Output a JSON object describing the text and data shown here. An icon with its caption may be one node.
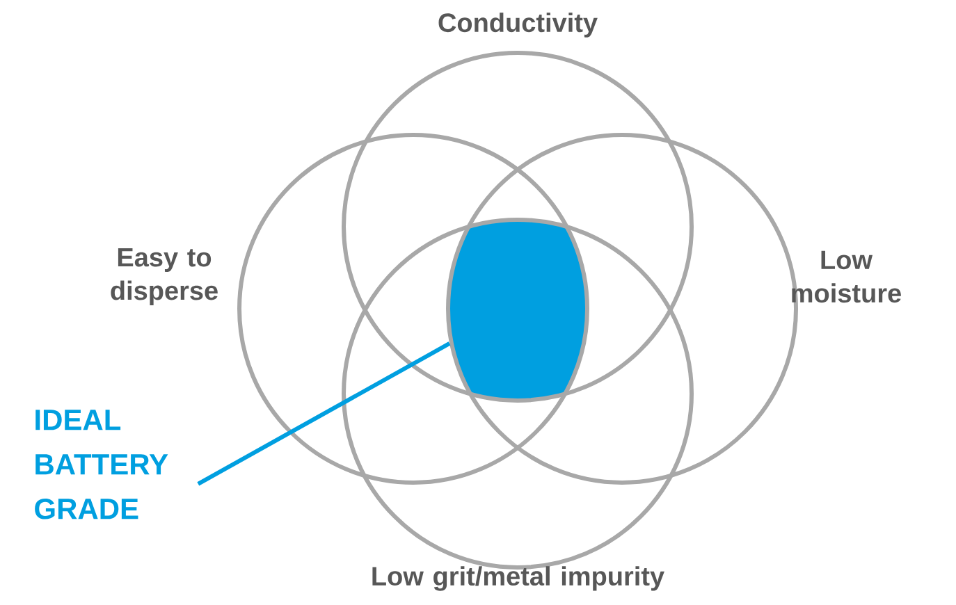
{
  "diagram": {
    "nodes": [
      {
        "text": [
          "Conductivity"
        ]
      },
      {
        "text": [
          "Easy to disperse"
        ]
      },
      {
        "text": [
          "Low moisture"
        ]
      },
      {
        "text": [
          "Low grit/metal impurity"
        ]
      },
      {
        "text": [],
        "shape": "box"
      },
      {
        "text": [
          "IDEAL BATTERY GRADE"
        ]
      }
    ],
    "edges": [
      {
        "from": 5,
        "to": 4,
        "arrow": "none",
        "color": "#009fe0"
      }
    ]
  }
}
